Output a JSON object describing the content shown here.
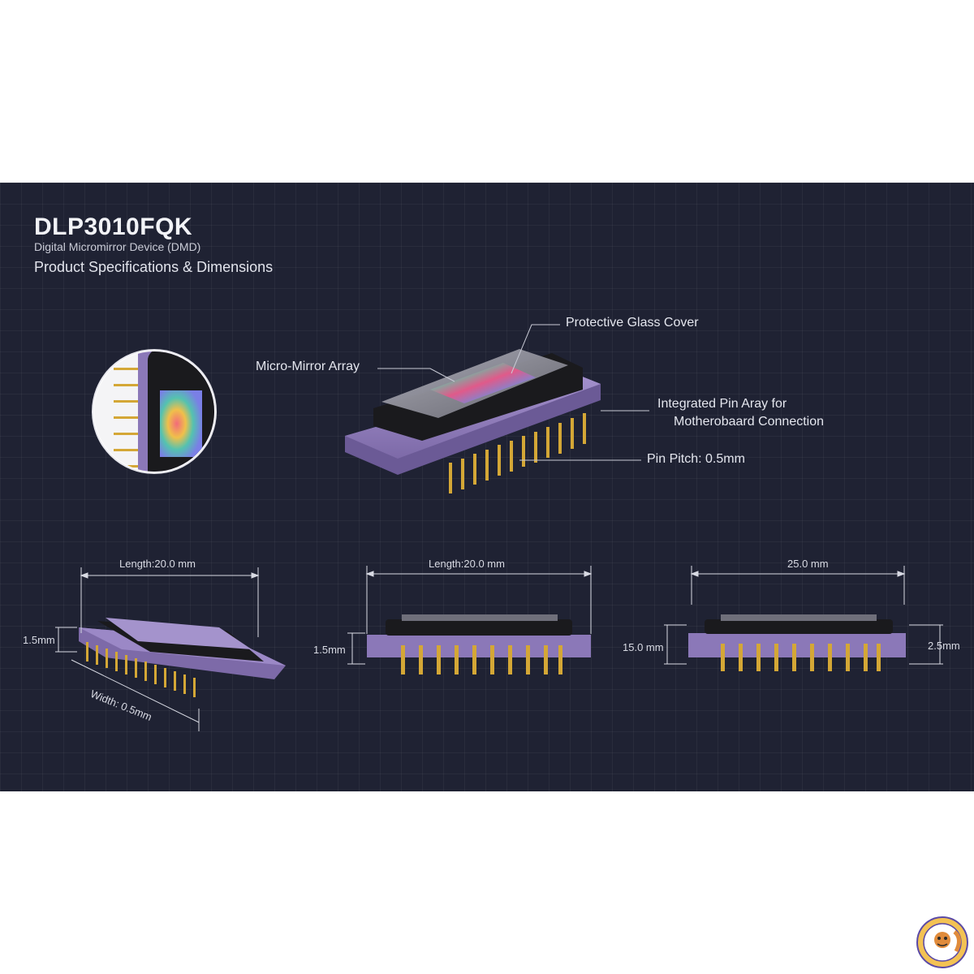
{
  "header": {
    "title": "DLP3010FQK",
    "subtitle": "Digital Micromirror Device (DMD)",
    "heading": "Product Specifications & Dimensions"
  },
  "callouts": {
    "protective_glass": "Protective Glass Cover",
    "micro_mirror": "Micro-Mirror Array",
    "pin_array_line1": "Integrated Pin Aray for",
    "pin_array_line2": "Motherobaard Connection",
    "pin_pitch": "Pin Pitch: 0.5mm"
  },
  "dimensions": {
    "view1": {
      "length": "Length:20.0 mm",
      "height": "1.5mm",
      "width": "Width: 0.5mm"
    },
    "view2": {
      "length": "Length:20.0 mm",
      "height": "1.5mm"
    },
    "view3": {
      "length": "25.0 mm",
      "height_left": "15.0 mm",
      "height_right": "2.5mm"
    }
  },
  "colors": {
    "background": "#1f2233",
    "package_purple": "#8b78b8",
    "pin_gold": "#d4a736",
    "chip_black": "#1a1a1d"
  }
}
